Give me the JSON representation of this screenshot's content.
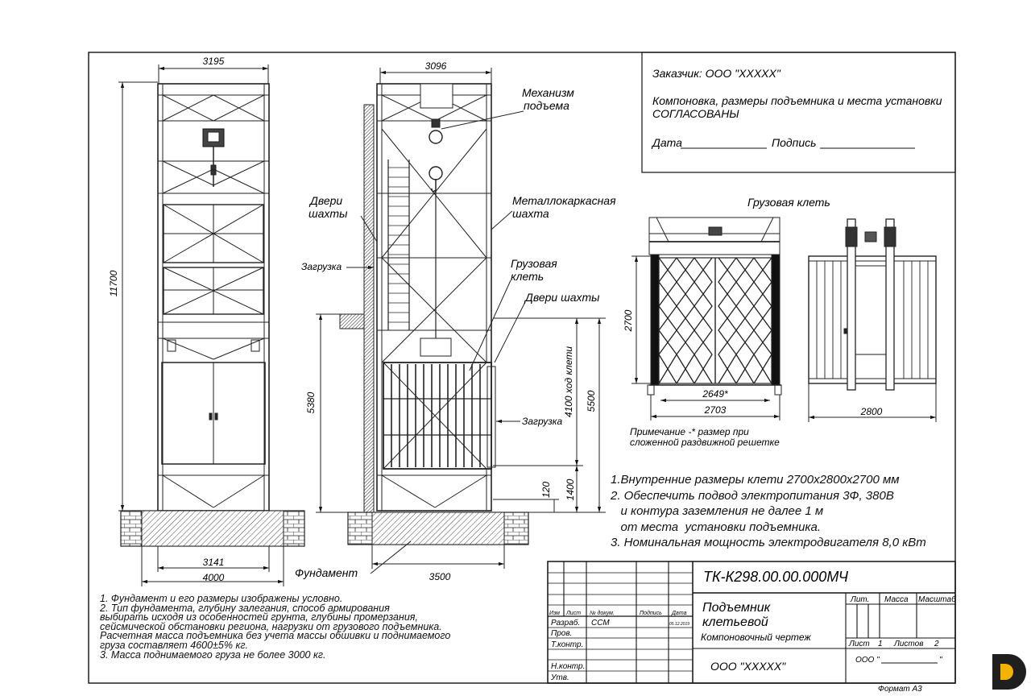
{
  "dimensions": {
    "front_width_top": "3195",
    "front_height": "11700",
    "front_base_inner": "3141",
    "front_base_outer": "4000",
    "side_width_top": "3096",
    "side_height_low": "5380",
    "side_travel": "4100 ход клети",
    "side_total": "5500",
    "side_base_small": "120",
    "side_base": "1400",
    "side_foundation": "3500",
    "cage_height": "2700",
    "cage_folded": "2649*",
    "cage_width": "2703",
    "cage_depth": "2800"
  },
  "labels": {
    "lift_mech_1": "Механизм",
    "lift_mech_2": "подъема",
    "shaft_doors_1": "Двери",
    "shaft_doors_2": "шахты",
    "metal_shaft_1": "Металлокаркасная",
    "metal_shaft_2": "шахта",
    "load_left": "Загрузка",
    "cargo_cage_1": "Грузовая",
    "cargo_cage_2": "клеть",
    "shaft_doors_right": "Двери шахты",
    "load_right": "Загрузка",
    "foundation": "Фундамент",
    "cage_title": "Грузовая клеть",
    "cage_note_1": "Примечание -* размер при",
    "cage_note_2": "сложенной раздвижной решетке"
  },
  "approval": {
    "customer": "Заказчик:  ООО \"ХХХХХ\"",
    "agreed_1": "Компоновка, размеры подъемника и места установки",
    "agreed_2": "СОГЛАСОВАНЫ",
    "date": "Дата",
    "signature": "Подпись"
  },
  "spec_notes": [
    "1.Внутренние размеры клети 2700х2800х2700 мм",
    "2. Обеспечить подвод электропитания 3Ф, 380В",
    "   и контура заземления не далее 1 м",
    "   от места  установки подъемника.",
    "3. Номинальная мощность электродвигателя 8,0 кВт"
  ],
  "general_notes": [
    "1. Фундамент и его размеры изображены условно.",
    "2. Тип фундамента, глубину залегания, способ армирования",
    "выбирать исходя из особенностей грунта, глубины промерзания,",
    "сейсмической обстановки региона, нагрузки от грузового подъемника.",
    "Расчетная масса подъемника без учета массы обшивки и поднимаемого",
    "груза составляет 4600±5% кг.",
    "3. Масса поднимаемого груза не более 3000 кг."
  ],
  "title_block": {
    "code": "ТК-К298.00.00.000МЧ",
    "name_1": "Подъемник",
    "name_2": "клетьевой",
    "subtitle": "Компоновочный чертеж",
    "org": "ООО \"ХХХХХ\"",
    "lit": "Лит.",
    "mass": "Масса",
    "scale": "Масштаб",
    "sheet_label": "Лист",
    "sheet_no": "1",
    "sheets_label": "Листов",
    "sheets_no": "2",
    "org_right": "ООО \"",
    "org_right_end": "\"",
    "col_izm": "Изм",
    "col_list": "Лист",
    "col_doc": "№ докум.",
    "col_sign": "Подпись",
    "col_date": "Дата",
    "row_razrab": "Разраб.",
    "row_razrab_name": "ССМ",
    "row_razrab_date": "05.12.2019",
    "row_prov": "Пров.",
    "row_tkontr": "Т.контр.",
    "row_nkontr": "Н.контр.",
    "row_utv": "Утв.",
    "format": "Формат  А3"
  }
}
